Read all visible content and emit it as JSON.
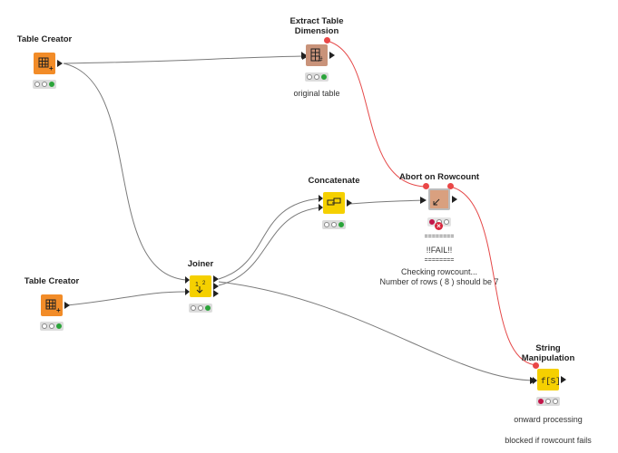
{
  "nodes": {
    "table_creator_1": {
      "title": "Table Creator",
      "status": [
        "off",
        "off",
        "green"
      ]
    },
    "table_creator_2": {
      "title": "Table Creator",
      "status": [
        "off",
        "off",
        "green"
      ]
    },
    "extract_dim": {
      "title_line1": "Extract Table",
      "title_line2": "Dimension",
      "caption": "original table",
      "status": [
        "off",
        "off",
        "green"
      ]
    },
    "concatenate": {
      "title": "Concatenate",
      "status": [
        "off",
        "off",
        "green"
      ]
    },
    "joiner": {
      "title": "Joiner",
      "status": [
        "off",
        "off",
        "green"
      ]
    },
    "abort_rowcount": {
      "title": "Abort on Rowcount",
      "status": [
        "red",
        "off",
        "off"
      ],
      "message": {
        "line1": "========",
        "line2": "!!FAIL!!",
        "line3": "========",
        "line4": "Checking rowcount...",
        "line5": "Number of rows ( 8 )  should be 7"
      }
    },
    "string_manip": {
      "title_line1": "String",
      "title_line2": "Manipulation",
      "caption1": "onward processing",
      "caption2": "blocked if rowcount fails",
      "status": [
        "red",
        "off",
        "off"
      ]
    }
  },
  "colors": {
    "table_creator": "#f28c28",
    "extract": "#c9937a",
    "manipulator": "#f5d000",
    "flowcontrol": "#c89c86",
    "data_wire": "#7a7a7a",
    "var_wire": "#e54848"
  }
}
